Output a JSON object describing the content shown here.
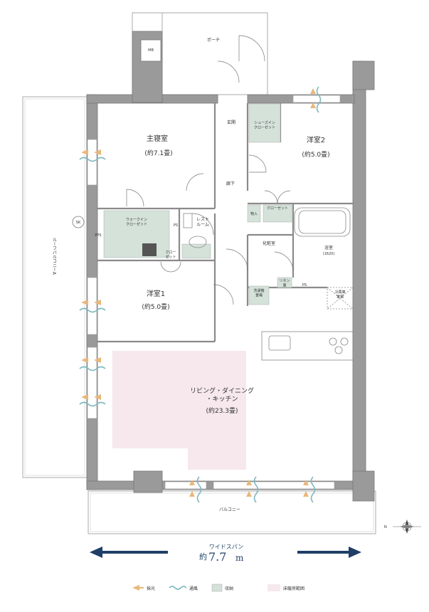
{
  "rooms": {
    "porch": "ポーチ",
    "mb": "MB",
    "genkan": "玄関",
    "shoes_closet": "シューズイン\nクローゼット",
    "master_bedroom": "主寝室",
    "master_bedroom_size": "(約7.1畳)",
    "western2": "洋室2",
    "western2_size": "(約5.0畳)",
    "hallway": "廊下",
    "walkin_closet": "ウォークイン\nクローゼット",
    "ps": "PS",
    "restroom": "レスト\nルーム",
    "storage_in": "物入",
    "closet_a": "クローゼット",
    "bathroom": "浴室",
    "bathroom_size": "(1620)",
    "closet_b": "クロー\nゼット",
    "powder_room": "化粧室",
    "washer": "洗濯機\n置場",
    "linen": "リネン\n庫",
    "ps2": "PS",
    "fridge": "冷蔵庫\n置場",
    "western1": "洋室1",
    "western1_size": "(約5.0畳)",
    "sk": "SK",
    "pps": "PPS",
    "roof_balcony": "ルーフバルコニーA",
    "ldk": "リビング・ダイニング\n・キッチン",
    "ldk_size": "(約23.3畳)",
    "balcony": "バルコニー"
  },
  "span": {
    "label": "ワイドスパン",
    "prefix": "約",
    "value": "7.7",
    "unit": "m"
  },
  "compass": {
    "north": "N"
  },
  "legend": [
    {
      "label": "採光",
      "kind": "sun",
      "color": "#e9b77a"
    },
    {
      "label": "通風",
      "kind": "wind",
      "color": "#7fb9c0"
    },
    {
      "label": "収納",
      "kind": "storage",
      "color": "#d4e2d9"
    },
    {
      "label": "床暖房範囲",
      "kind": "heat",
      "color": "#f6e8ec"
    }
  ]
}
